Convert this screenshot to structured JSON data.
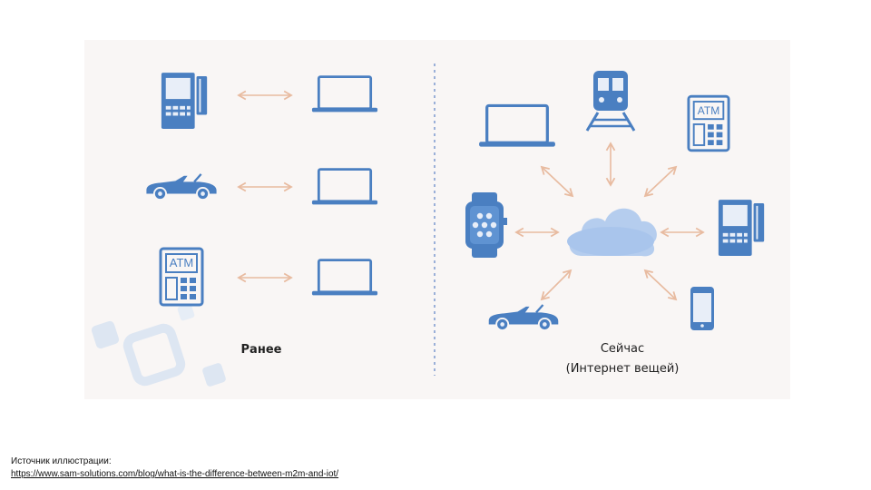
{
  "diagram": {
    "left_caption": "Ранее",
    "right_caption_line1": "Сейчас",
    "right_caption_line2": "(Интернет вещей)",
    "atm_label": "ATM",
    "colors": {
      "device_blue": "#4a7fc1",
      "screen_light": "#e8eef8",
      "arrow": "#e8bba0",
      "divider": "#9bb0d8",
      "cloud_light": "#c9dbf3",
      "cloud_dark": "#9dbde8",
      "panel_bg": "#f9f6f5"
    },
    "icons": {
      "pos_terminal": "pos-terminal-icon",
      "car": "convertible-car-icon",
      "atm": "atm-icon",
      "laptop": "laptop-icon",
      "train": "train-icon",
      "watch": "smartwatch-icon",
      "phone": "smartphone-icon",
      "cloud": "cloud-icon"
    }
  },
  "source": {
    "label": "Источник иллюстрации:",
    "url": "https://www.sam-solutions.com/blog/what-is-the-difference-between-m2m-and-iot/"
  }
}
